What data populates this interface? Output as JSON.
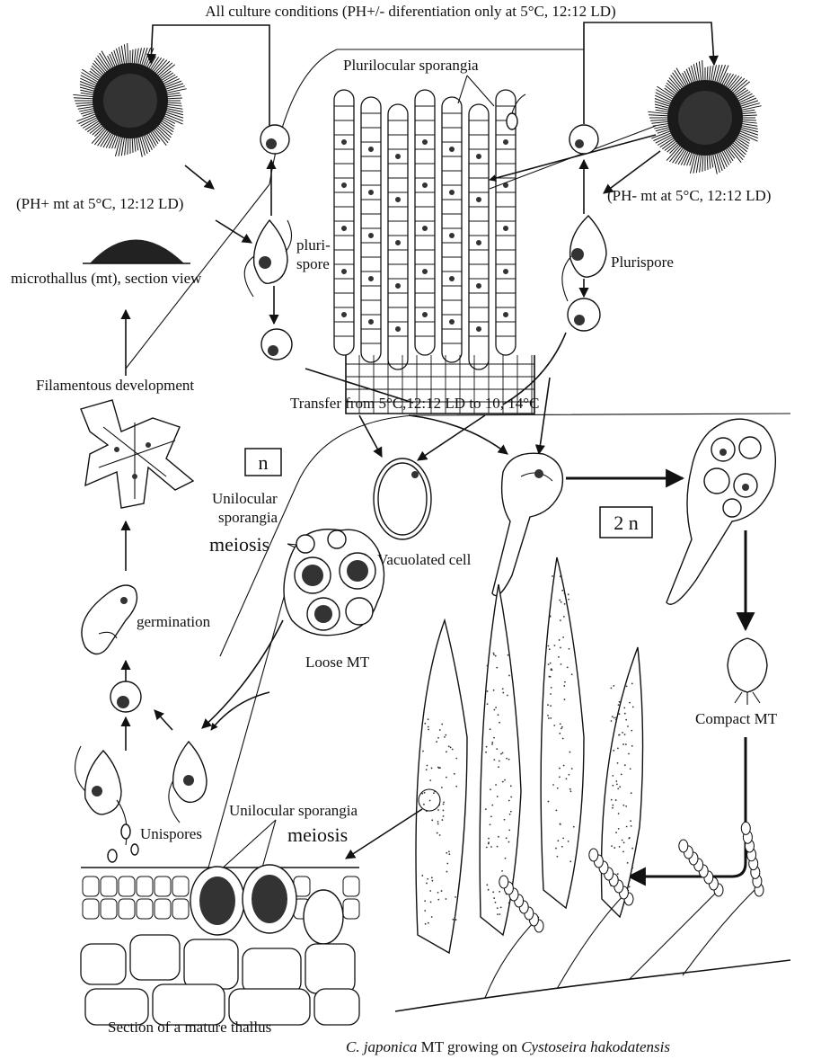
{
  "labels": {
    "top_caption": "All culture conditions (PH+/- diferentiation only at 5°C, 12:12 LD)",
    "plurilocular_sporangia": "Plurilocular sporangia",
    "ph_plus_mt": "(PH+ mt at 5°C, 12:12 LD)",
    "ph_minus_mt": "(PH- mt at 5°C, 12:12 LD)",
    "pluri_line1": "pluri-",
    "pluri_line2": "spore",
    "plurispore": "Plurispore",
    "microthallus": "microthallus (mt), section view",
    "filamentous_development": "Filamentous development",
    "transfer": "Transfer from 5°C,12:12 LD to 10, 14°C",
    "haploid": "n",
    "diploid": "2 n",
    "unilocular_top_line1": "Unilocular",
    "unilocular_top_line2": "sporangia",
    "meiosis_top": "meiosis",
    "vacuolated_cell": "Vacuolated cell",
    "loose_mt": "Loose MT",
    "germination": "germination",
    "compact_mt": "Compact MT",
    "unispores": "Unispores",
    "unilocular_bottom": "Unilocular sporangia",
    "meiosis_bottom": "meiosis",
    "section_mature_thallus": "Section of a mature thallus",
    "caption_species1": "C. japonica",
    "caption_mid": " MT growing on ",
    "caption_species2": "Cystoseira hakodatensis"
  }
}
